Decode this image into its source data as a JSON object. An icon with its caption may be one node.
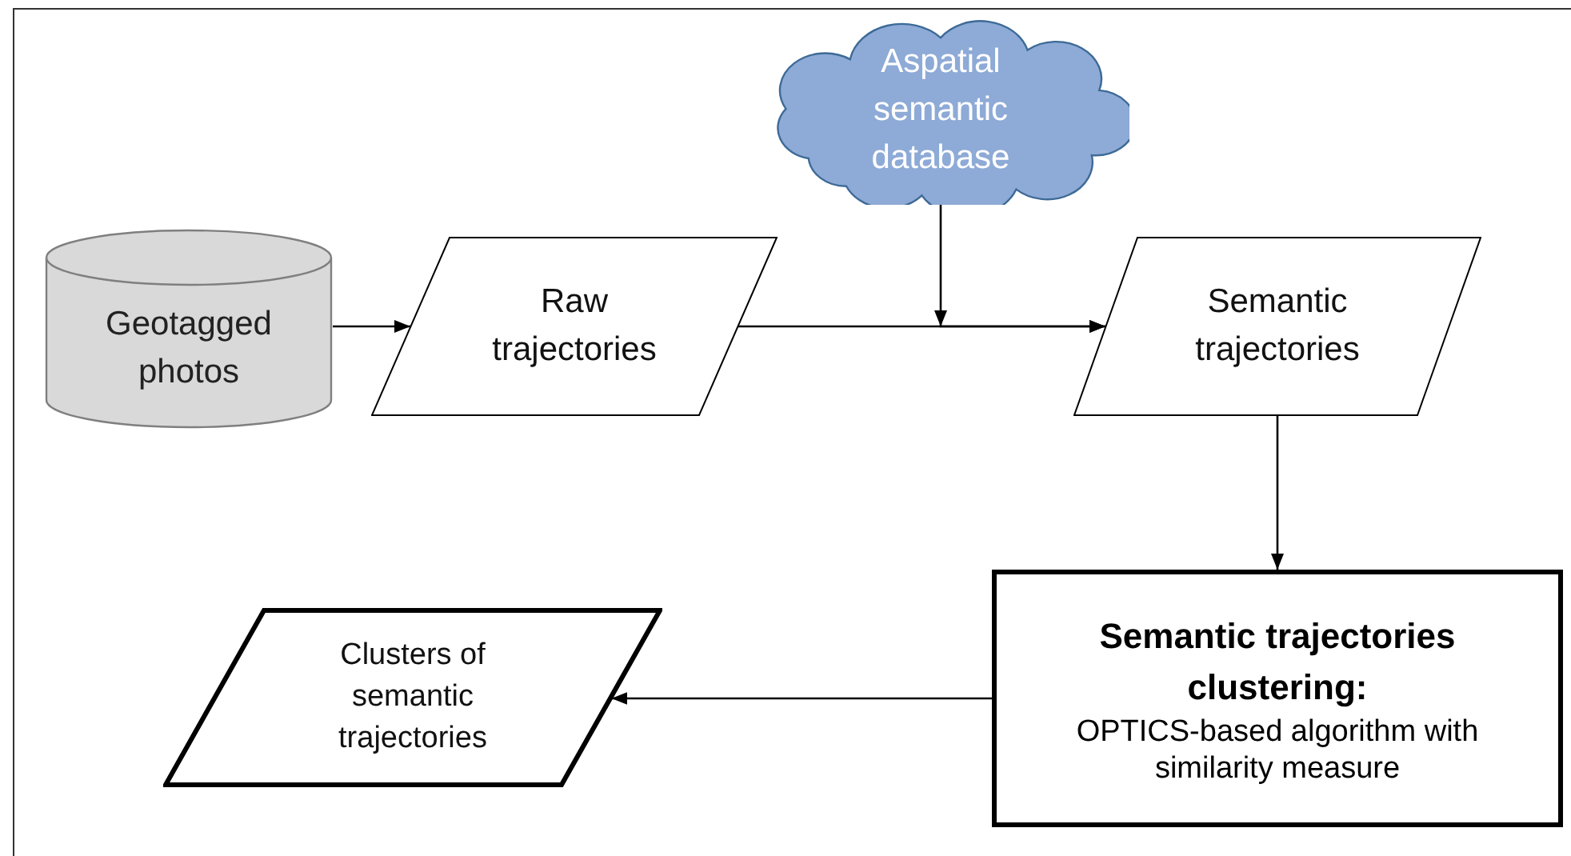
{
  "diagram": {
    "nodes": [
      {
        "text": [
          "Aspatial semantic database"
        ]
      },
      {
        "text": [
          "Geotagged photos"
        ]
      },
      {
        "text": [
          "Raw trajectories"
        ]
      },
      {
        "text": [
          "Semantic trajectories"
        ]
      },
      {
        "text": [
          "Semantic trajectories clustering:",
          "OPTICS-based algorithm with similarity measure"
        ]
      },
      {
        "text": [
          "Clusters of semantic trajectories"
        ]
      }
    ],
    "edges": [
      {
        "from": 1,
        "to": 2,
        "arrow": "to"
      },
      {
        "from": 2,
        "to": 3,
        "arrow": "to"
      },
      {
        "from": 0,
        "to": 3,
        "arrow": "to"
      },
      {
        "from": 3,
        "to": 4,
        "arrow": "to"
      },
      {
        "from": 4,
        "to": 5,
        "arrow": "to"
      }
    ]
  }
}
